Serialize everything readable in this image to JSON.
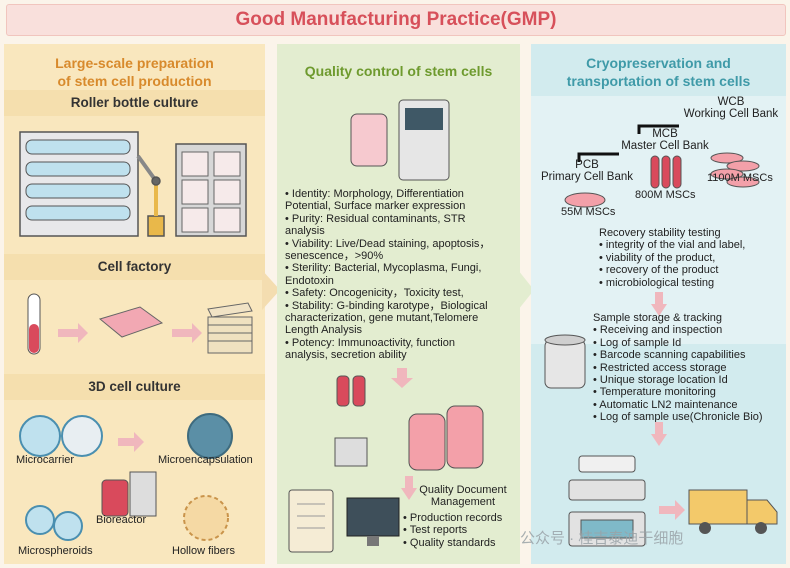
{
  "title": "Good Manufacturing Practice(GMP)",
  "col1": {
    "heading_line1": "Large-scale preparation",
    "heading_line2": "of stem cell production",
    "roller": "Roller bottle culture",
    "factory": "Cell factory",
    "culture3d": "3D cell culture",
    "microcarrier": "Microcarrier",
    "microencapsulation": "Microencapsulation",
    "bioreactor": "Bioreactor",
    "microspheroids": "Microspheroids",
    "hollow": "Hollow fibers"
  },
  "col2": {
    "heading": "Quality control of stem cells",
    "items": [
      "• Identity: Morphology,  Differentiation",
      "  Potential, Surface marker expression",
      "• Purity: Residual contaminants, STR",
      "  analysis",
      "• Viability: Live/Dead staining, apoptosis，",
      "  senescence，>90%",
      "• Sterility: Bacterial, Mycoplasma, Fungi,",
      "  Endotoxin",
      "• Safety: Oncogenicity，Toxicity test,",
      "• Stability: G-binding karotype，Biological",
      "  characterization, gene mutant,Telomere",
      "  Length Analysis",
      "• Potency: Immunoactivity, function",
      "  analysis, secretion ability"
    ],
    "doc_title1": "Quality Document",
    "doc_title2": "Management",
    "doc_items": [
      "• Production records",
      "• Test reports",
      "• Quality standards"
    ]
  },
  "col3": {
    "heading_line1": "Cryopreservation and",
    "heading_line2": "transportation of stem cells",
    "wcb1": "WCB",
    "wcb2": "Working Cell Bank",
    "mcb1": "MCB",
    "mcb2": "Master Cell Bank",
    "pcb1": "PCB",
    "pcb2": "Primary Cell Bank",
    "m55": "55M MSCs",
    "m800": "800M MSCs",
    "m1100": "1100M MSCs",
    "recovery": [
      "Recovery stability testing",
      "• integrity of the vial and label,",
      "• viability of the product,",
      "• recovery of the product",
      "• microbiological testing"
    ],
    "storage": [
      "Sample storage & tracking",
      "• Receiving and inspection",
      "• Log of sample Id",
      "• Barcode scanning capabilities",
      "• Restricted access storage",
      "• Unique storage location Id",
      "• Temperature monitoring",
      "• Automatic LN2 maintenance",
      "• Log of sample use(Chronicle Bio)"
    ]
  },
  "watermark": "公众号 · 桂吉泰迪干细胞",
  "colors": {
    "title": "#d7505a",
    "col1_head": "#d88a2c",
    "col2_head": "#6e9a2e",
    "col3_head": "#3f9aa8",
    "arrow": "#f0b7bd"
  }
}
